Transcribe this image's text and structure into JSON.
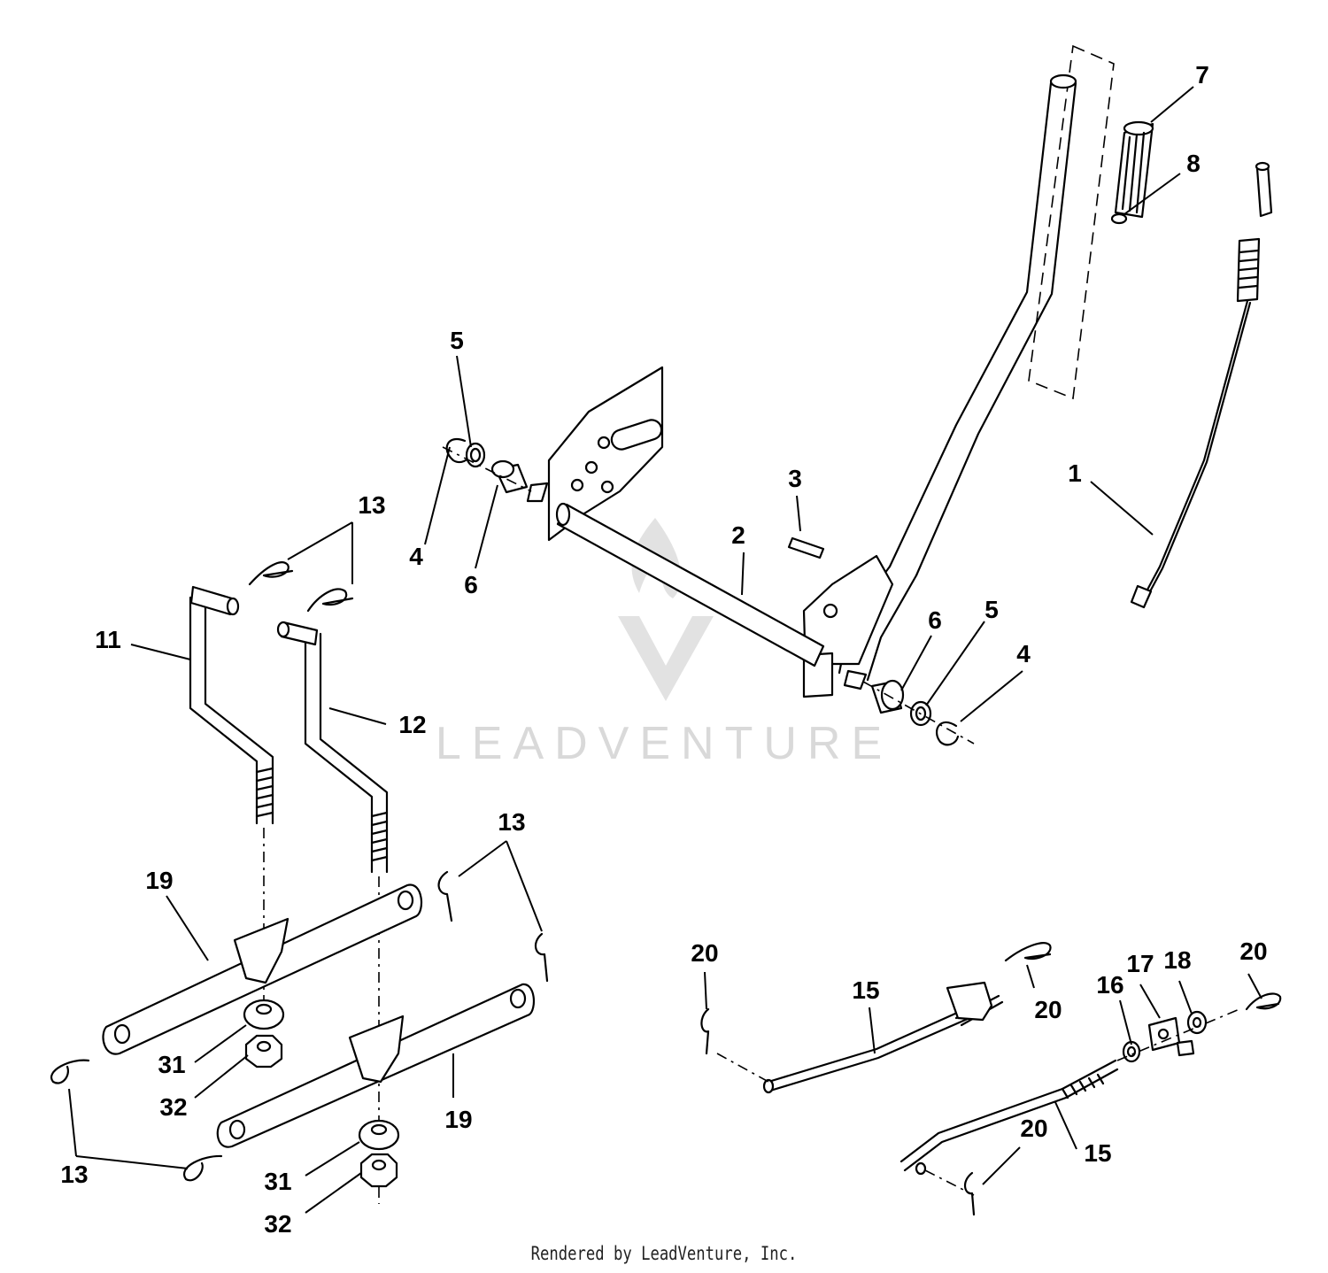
{
  "callouts": {
    "c1": "1",
    "c2": "2",
    "c3": "3",
    "c4a": "4",
    "c4b": "4",
    "c5a": "5",
    "c5b": "5",
    "c6a": "6",
    "c6b": "6",
    "c7": "7",
    "c8": "8",
    "c11": "11",
    "c12": "12",
    "c13a": "13",
    "c13b": "13",
    "c13c": "13",
    "c15a": "15",
    "c15b": "15",
    "c16": "16",
    "c17": "17",
    "c18": "18",
    "c19a": "19",
    "c19b": "19",
    "c20a": "20",
    "c20b": "20",
    "c20c": "20",
    "c20d": "20",
    "c31a": "31",
    "c31b": "31",
    "c32a": "32",
    "c32b": "32"
  },
  "watermark": {
    "text": "LEADVENTURE",
    "color": "#d9d9d9",
    "icon": "leadventure-flame-logo-icon"
  },
  "footer": {
    "credit": "Rendered by LeadVenture, Inc."
  }
}
